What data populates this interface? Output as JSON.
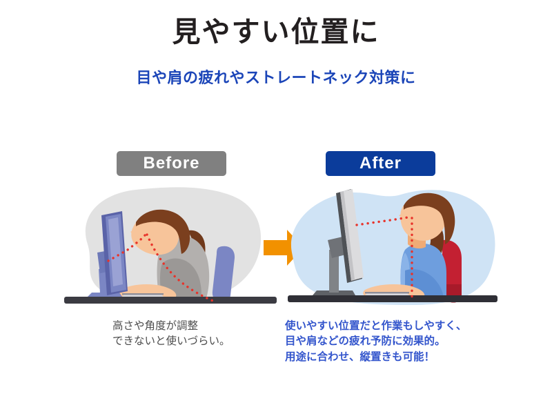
{
  "page": {
    "title": "見やすい位置に",
    "subtitle": "目や肩の疲れやストレートネック対策に",
    "background_color": "#ffffff",
    "title_color": "#231f20",
    "subtitle_color": "#1b45b8"
  },
  "comparison": {
    "before": {
      "badge_label": "Before",
      "badge_color": "#808080",
      "badge_text_color": "#ffffff",
      "caption": "高さや角度が調整\nできないと使いづらい。",
      "caption_color": "#4d4d4d",
      "blob_color": "#e2e2e2",
      "illustration_name": "hunched-posture-illustration",
      "monitor_color": "#7b86c4",
      "monitor_screen_color": "#5a63a8",
      "shirt_color": "#b3b0ae",
      "chair_color": "#7b86c4",
      "hair_color": "#7b3f1e",
      "skin_color": "#f7c49a",
      "desk_color": "#3b3b42",
      "posture_line_color": "#e8332a",
      "posture_line_style": "dotted-curved"
    },
    "after": {
      "badge_label": "After",
      "badge_color": "#0b3c9b",
      "badge_text_color": "#ffffff",
      "caption": "使いやすい位置だと作業もしやすく、\n目や肩などの疲れ予防に効果的。\n用途に合わせ、縦置きも可能！",
      "caption_color": "#3355cc",
      "blob_color": "#cfe3f5",
      "illustration_name": "upright-posture-illustration",
      "monitor_color": "#808387",
      "monitor_screen_color": "#dcdcde",
      "shirt_color": "#6e9ede",
      "chair_color": "#c32032",
      "hair_color": "#7b3f1e",
      "skin_color": "#f7c49a",
      "desk_color": "#2f2f36",
      "posture_line_color": "#e8332a",
      "posture_line_style": "dotted-straight"
    }
  },
  "arrow": {
    "name": "right-arrow",
    "color": "#f29100",
    "direction": "right"
  }
}
